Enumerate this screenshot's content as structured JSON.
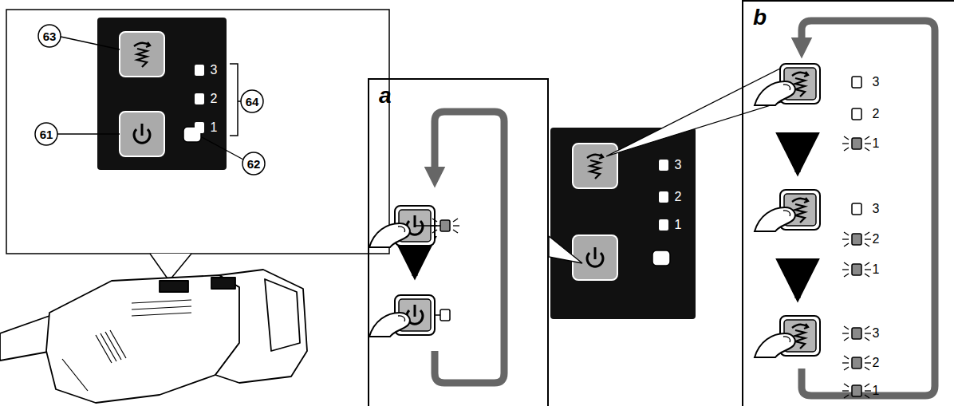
{
  "diagram": {
    "nodes": [
      {
        "text": [
          "a"
        ]
      },
      {
        "text": [
          "b"
        ]
      }
    ],
    "labels": [
      "63",
      "64",
      "61",
      "62",
      "3",
      "2",
      "1",
      "3",
      "2",
      "1",
      "3",
      "2",
      "1",
      "3",
      "2",
      "1",
      "3",
      "2",
      "1"
    ]
  }
}
